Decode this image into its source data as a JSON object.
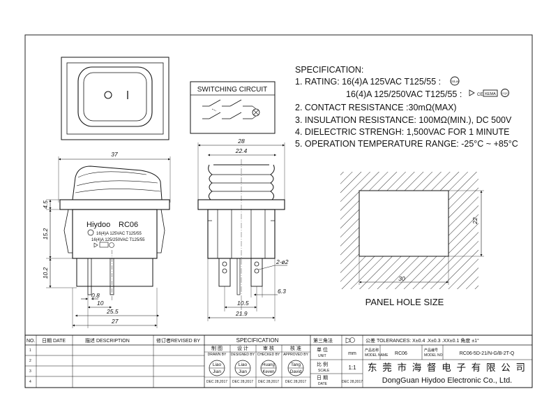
{
  "specification": {
    "heading": "SPECIFICATION:",
    "lines": [
      "1. RATING: 16(4)A 125VAC T125/55 :",
      "16(4)A 125/250VAC T125/55 :",
      "2. CONTACT RESISTANCE :30mΩ(MAX)",
      "3. INSULATION RESISTANCE: 100MΩ(MIN.), DC 500V",
      "4. DIELECTRIC STRENGH: 1,500VAC FOR 1 MINUTE",
      "5. OPERATION TEMPERATURE RANGE: -25°C ~ +85°C"
    ],
    "cert_marks": [
      "cULus",
      "CE",
      "KEMA",
      "CQC"
    ]
  },
  "switching_circuit": {
    "label": "SWITCHING CIRCUIT"
  },
  "front_view": {
    "brand": "Hiydoo",
    "model": "RC06",
    "rating_line_1": "16(4)A 125VAC T125/55",
    "rating_line_2": "16(4)A 125/250VAC T125/55",
    "dims": {
      "width": "37",
      "cap_height": "4.5",
      "body_height": "15.2",
      "terminal_height": "10.2",
      "tab_width": "0.8",
      "tab_pitch": "10",
      "overall_width": "25.5",
      "base_width": "27"
    }
  },
  "side_view": {
    "dims": {
      "overall": "28",
      "body": "22.4",
      "hole_label": "2-ø2",
      "terminal": "6.3",
      "pitch": "10.5",
      "base": "21.9"
    }
  },
  "panel": {
    "label": "PANEL HOLE SIZE",
    "width": "30",
    "height": "22"
  },
  "title_block": {
    "col_no": "NO.",
    "col_date": "日期 DATE",
    "col_desc": "描述 DESCRIPTION",
    "col_rev": "修订者REVISED BY",
    "spec_title": "SPECIFICATION",
    "projection": "第三角法",
    "tolerances": "公差 TOLERANCES: X±0.4  .X±0.3  .XX±0.1  角度 ±1°",
    "rev_rows": [
      "1",
      "2",
      "3",
      "4"
    ],
    "roles": [
      {
        "cn": "制 图",
        "en": "DRAWN BY",
        "name1": "Liao",
        "name2": "Jian",
        "date": "DEC 28,2017"
      },
      {
        "cn": "设 计",
        "en": "DESIGNED BY",
        "name1": "Liao",
        "name2": "Jian",
        "date": "DEC 28,2017"
      },
      {
        "cn": "审 核",
        "en": "CHECKED BY",
        "name1": "Huang",
        "name2": "Keven",
        "date": "DEC 28,2017"
      },
      {
        "cn": "核 准",
        "en": "APPROVED BY",
        "name1": "Tang",
        "name2": "David",
        "date": "DEC 28,2017"
      }
    ],
    "unit_label_cn": "单 位",
    "unit_label_en": "UNIT",
    "unit_value": "mm",
    "scale_label_cn": "比 例",
    "scale_label_en": "SCALE",
    "scale_value": "1:1",
    "date_label_cn": "日 期",
    "date_label_en": "DATE",
    "date_value": "DEC 28,2017",
    "product_name_cn": "产品名称",
    "product_name_en": "MODEL NAME",
    "product_name": "RC06",
    "product_no_cn": "产品编号",
    "product_no_en": "MODEL NO",
    "product_no": "RC06-5D-21/N-G/B-2T-Q",
    "company_cn": "东 莞 市 海 督 电 子 有 限 公 司",
    "company_en": "DongGuan Hiydoo Electronic  Co., Ltd."
  }
}
